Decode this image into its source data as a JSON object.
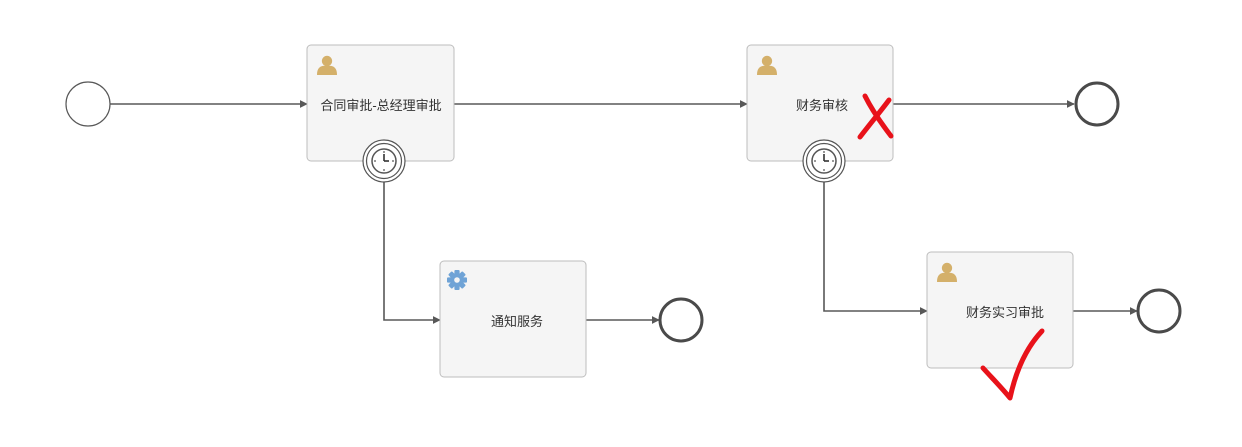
{
  "tasks": {
    "contract_approval": {
      "label": "合同审批-总经理审批",
      "icon": "user-icon"
    },
    "finance_review": {
      "label": "财务审核",
      "icon": "user-icon"
    },
    "notify_service": {
      "label": "通知服务",
      "icon": "gear-icon"
    },
    "finance_intern_approval": {
      "label": "财务实习审批",
      "icon": "user-icon"
    }
  },
  "colors": {
    "user_icon": "#d4b06a",
    "gear_icon": "#6fa3d6",
    "annotation_mark": "#e8121a",
    "flow_line": "#585858",
    "task_fill": "#f5f5f5",
    "task_border": "#bdbdbd"
  },
  "annotations": {
    "cross_mark": "cross-mark-icon",
    "check_mark": "check-mark-icon"
  }
}
